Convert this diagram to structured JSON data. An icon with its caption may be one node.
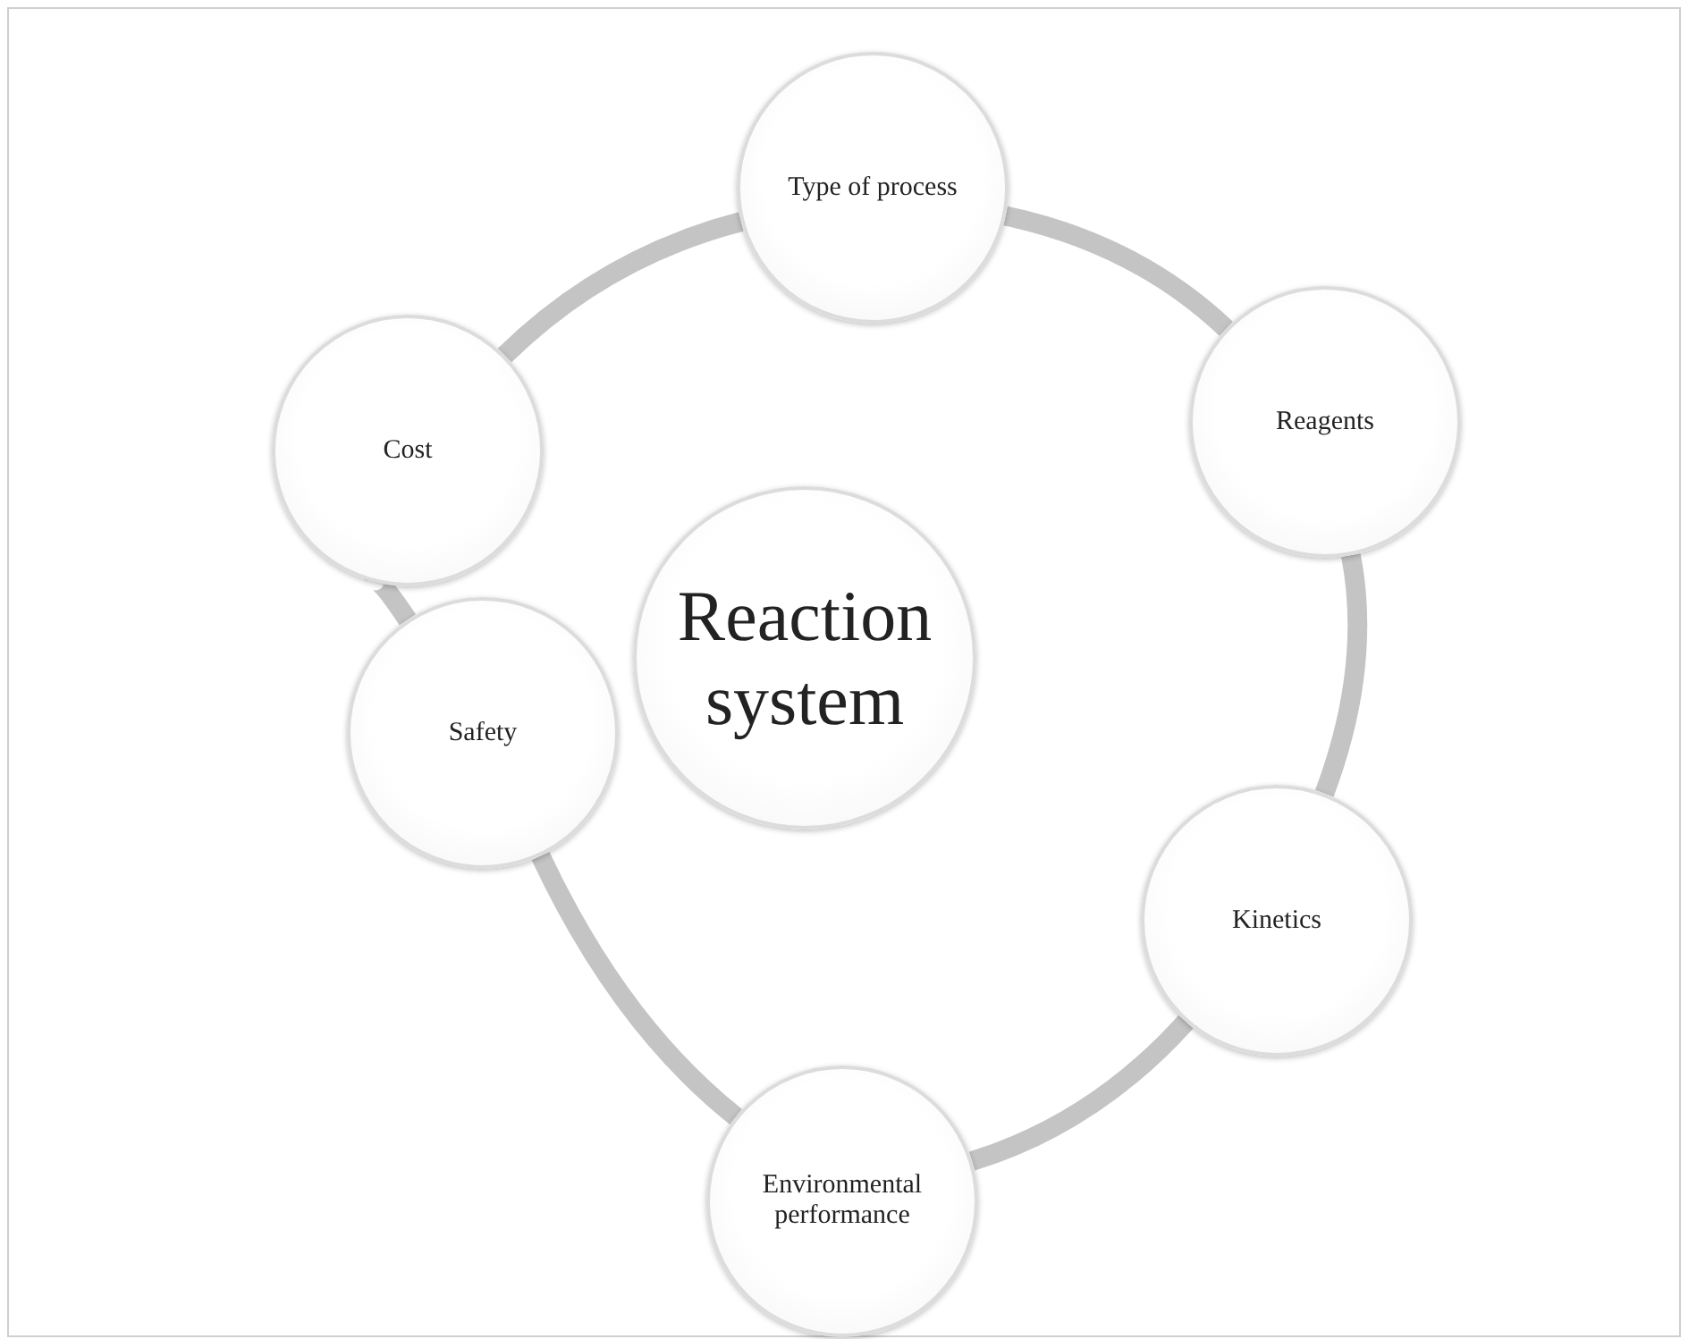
{
  "diagram": {
    "nodes": [
      {
        "text": [
          "Reaction system"
        ]
      },
      {
        "text": [
          "Type of process"
        ]
      },
      {
        "text": [
          "Reagents"
        ]
      },
      {
        "text": [
          "Kinetics"
        ]
      },
      {
        "text": [
          "Environmental performance"
        ]
      },
      {
        "text": [
          "Safety"
        ]
      },
      {
        "text": [
          "Cost"
        ]
      }
    ],
    "edges": [
      {
        "from": 1,
        "to": 2,
        "arrow": "none"
      },
      {
        "from": 2,
        "to": 3,
        "arrow": "none"
      },
      {
        "from": 3,
        "to": 4,
        "arrow": "none"
      },
      {
        "from": 4,
        "to": 5,
        "arrow": "none"
      },
      {
        "from": 5,
        "to": 6,
        "arrow": "none"
      },
      {
        "from": 6,
        "to": 1,
        "arrow": "none"
      }
    ]
  }
}
